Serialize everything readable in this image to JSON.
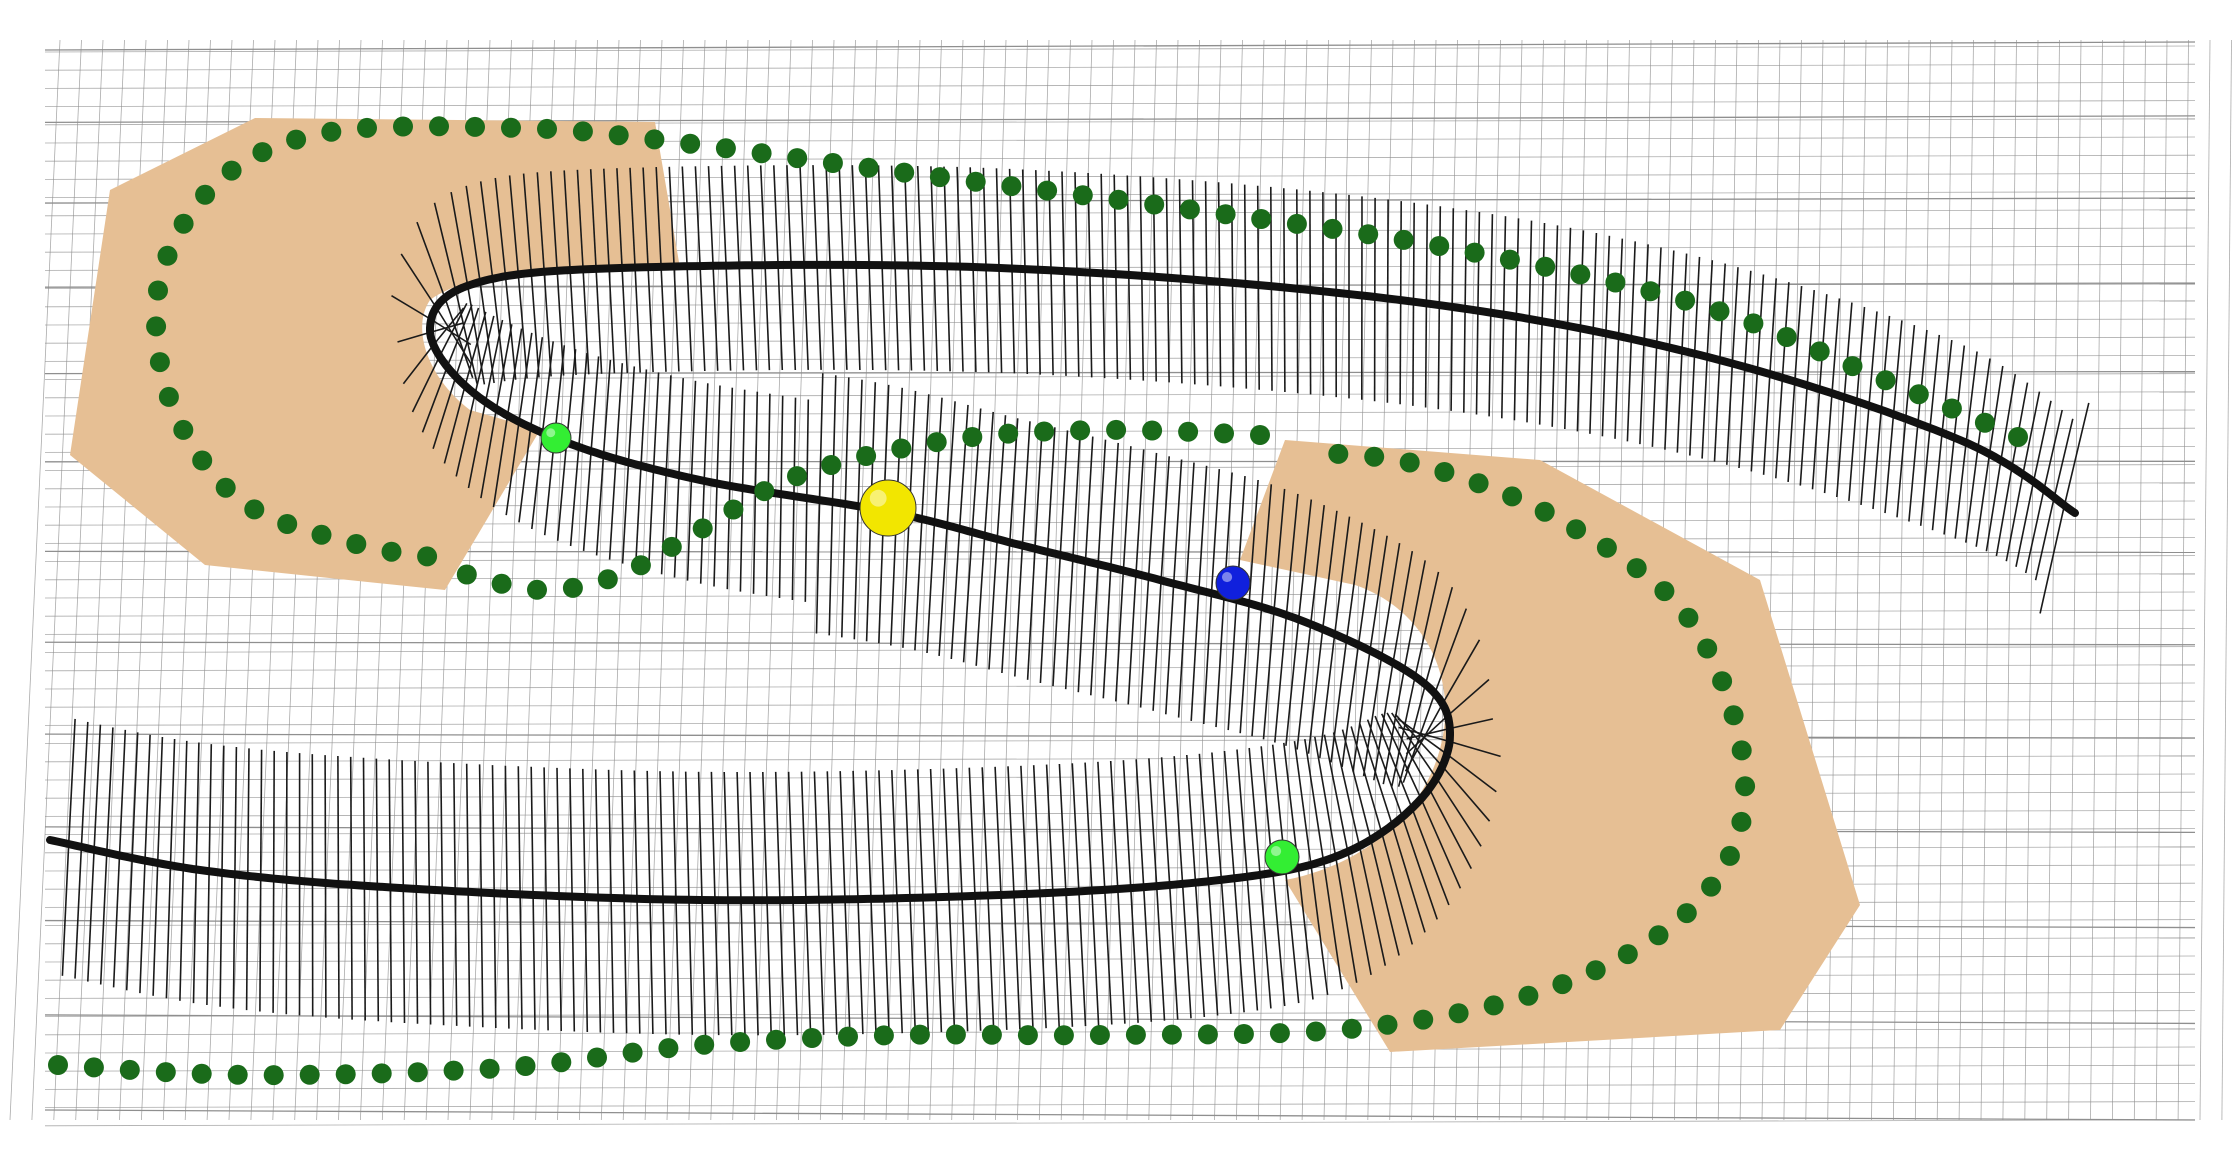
{
  "scene": {
    "kind": "3d-path-visualization",
    "colors": {
      "background": "#ffffff",
      "grid_line": "#8f8f8f",
      "turn_region_fill": "#e6bf94",
      "path_line": "#111111",
      "normal_line": "#1a1a1a",
      "boundary_marker": "#1a6b1a",
      "transition_marker": "#33ee33",
      "current_marker": "#f2e600",
      "target_marker": "#1020dd"
    },
    "markers": [
      {
        "name": "transition-marker-upper",
        "color_key": "transition_marker"
      },
      {
        "name": "current-position-marker",
        "color_key": "current_marker"
      },
      {
        "name": "target-marker",
        "color_key": "target_marker"
      },
      {
        "name": "transition-marker-lower",
        "color_key": "transition_marker"
      }
    ],
    "regions": [
      {
        "name": "turn-region-left"
      },
      {
        "name": "turn-region-right"
      }
    ],
    "boundaries": [
      {
        "name": "outer-boundary-upper"
      },
      {
        "name": "outer-boundary-lower"
      },
      {
        "name": "inner-boundary-middle"
      }
    ],
    "path": {
      "name": "planned-path"
    }
  }
}
